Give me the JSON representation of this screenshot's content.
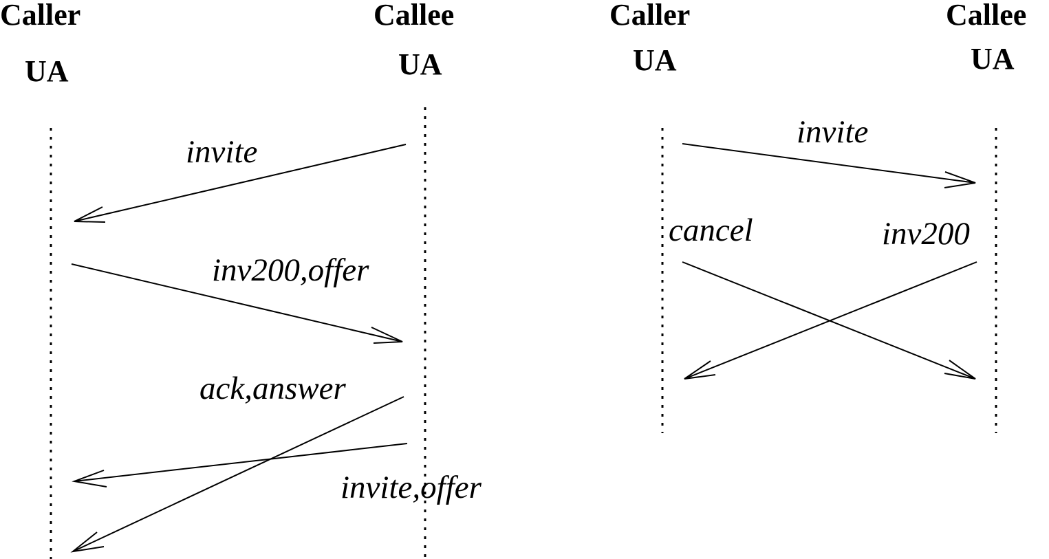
{
  "left_scenario": {
    "caller_title": "Caller",
    "caller_subtitle": "UA",
    "callee_title": "Callee",
    "callee_subtitle": "UA",
    "messages": [
      {
        "id": "invite",
        "label": "invite",
        "from": "callee",
        "to": "caller"
      },
      {
        "id": "inv200-offer",
        "label": "inv200,offer",
        "from": "caller",
        "to": "callee"
      },
      {
        "id": "ack-answer",
        "label": "ack,answer",
        "from": "callee",
        "to": "caller"
      },
      {
        "id": "invite-offer",
        "label": "invite,offer",
        "from": "callee",
        "to": "caller"
      }
    ]
  },
  "right_scenario": {
    "caller_title": "Caller",
    "caller_subtitle": "UA",
    "callee_title": "Callee",
    "callee_subtitle": "UA",
    "messages": [
      {
        "id": "invite",
        "label": "invite",
        "from": "caller",
        "to": "callee"
      },
      {
        "id": "cancel",
        "label": "cancel",
        "from": "caller",
        "to": "callee"
      },
      {
        "id": "inv200",
        "label": "inv200",
        "from": "callee",
        "to": "caller"
      }
    ]
  },
  "colors": {
    "ink": "#000000",
    "background": "#ffffff"
  }
}
